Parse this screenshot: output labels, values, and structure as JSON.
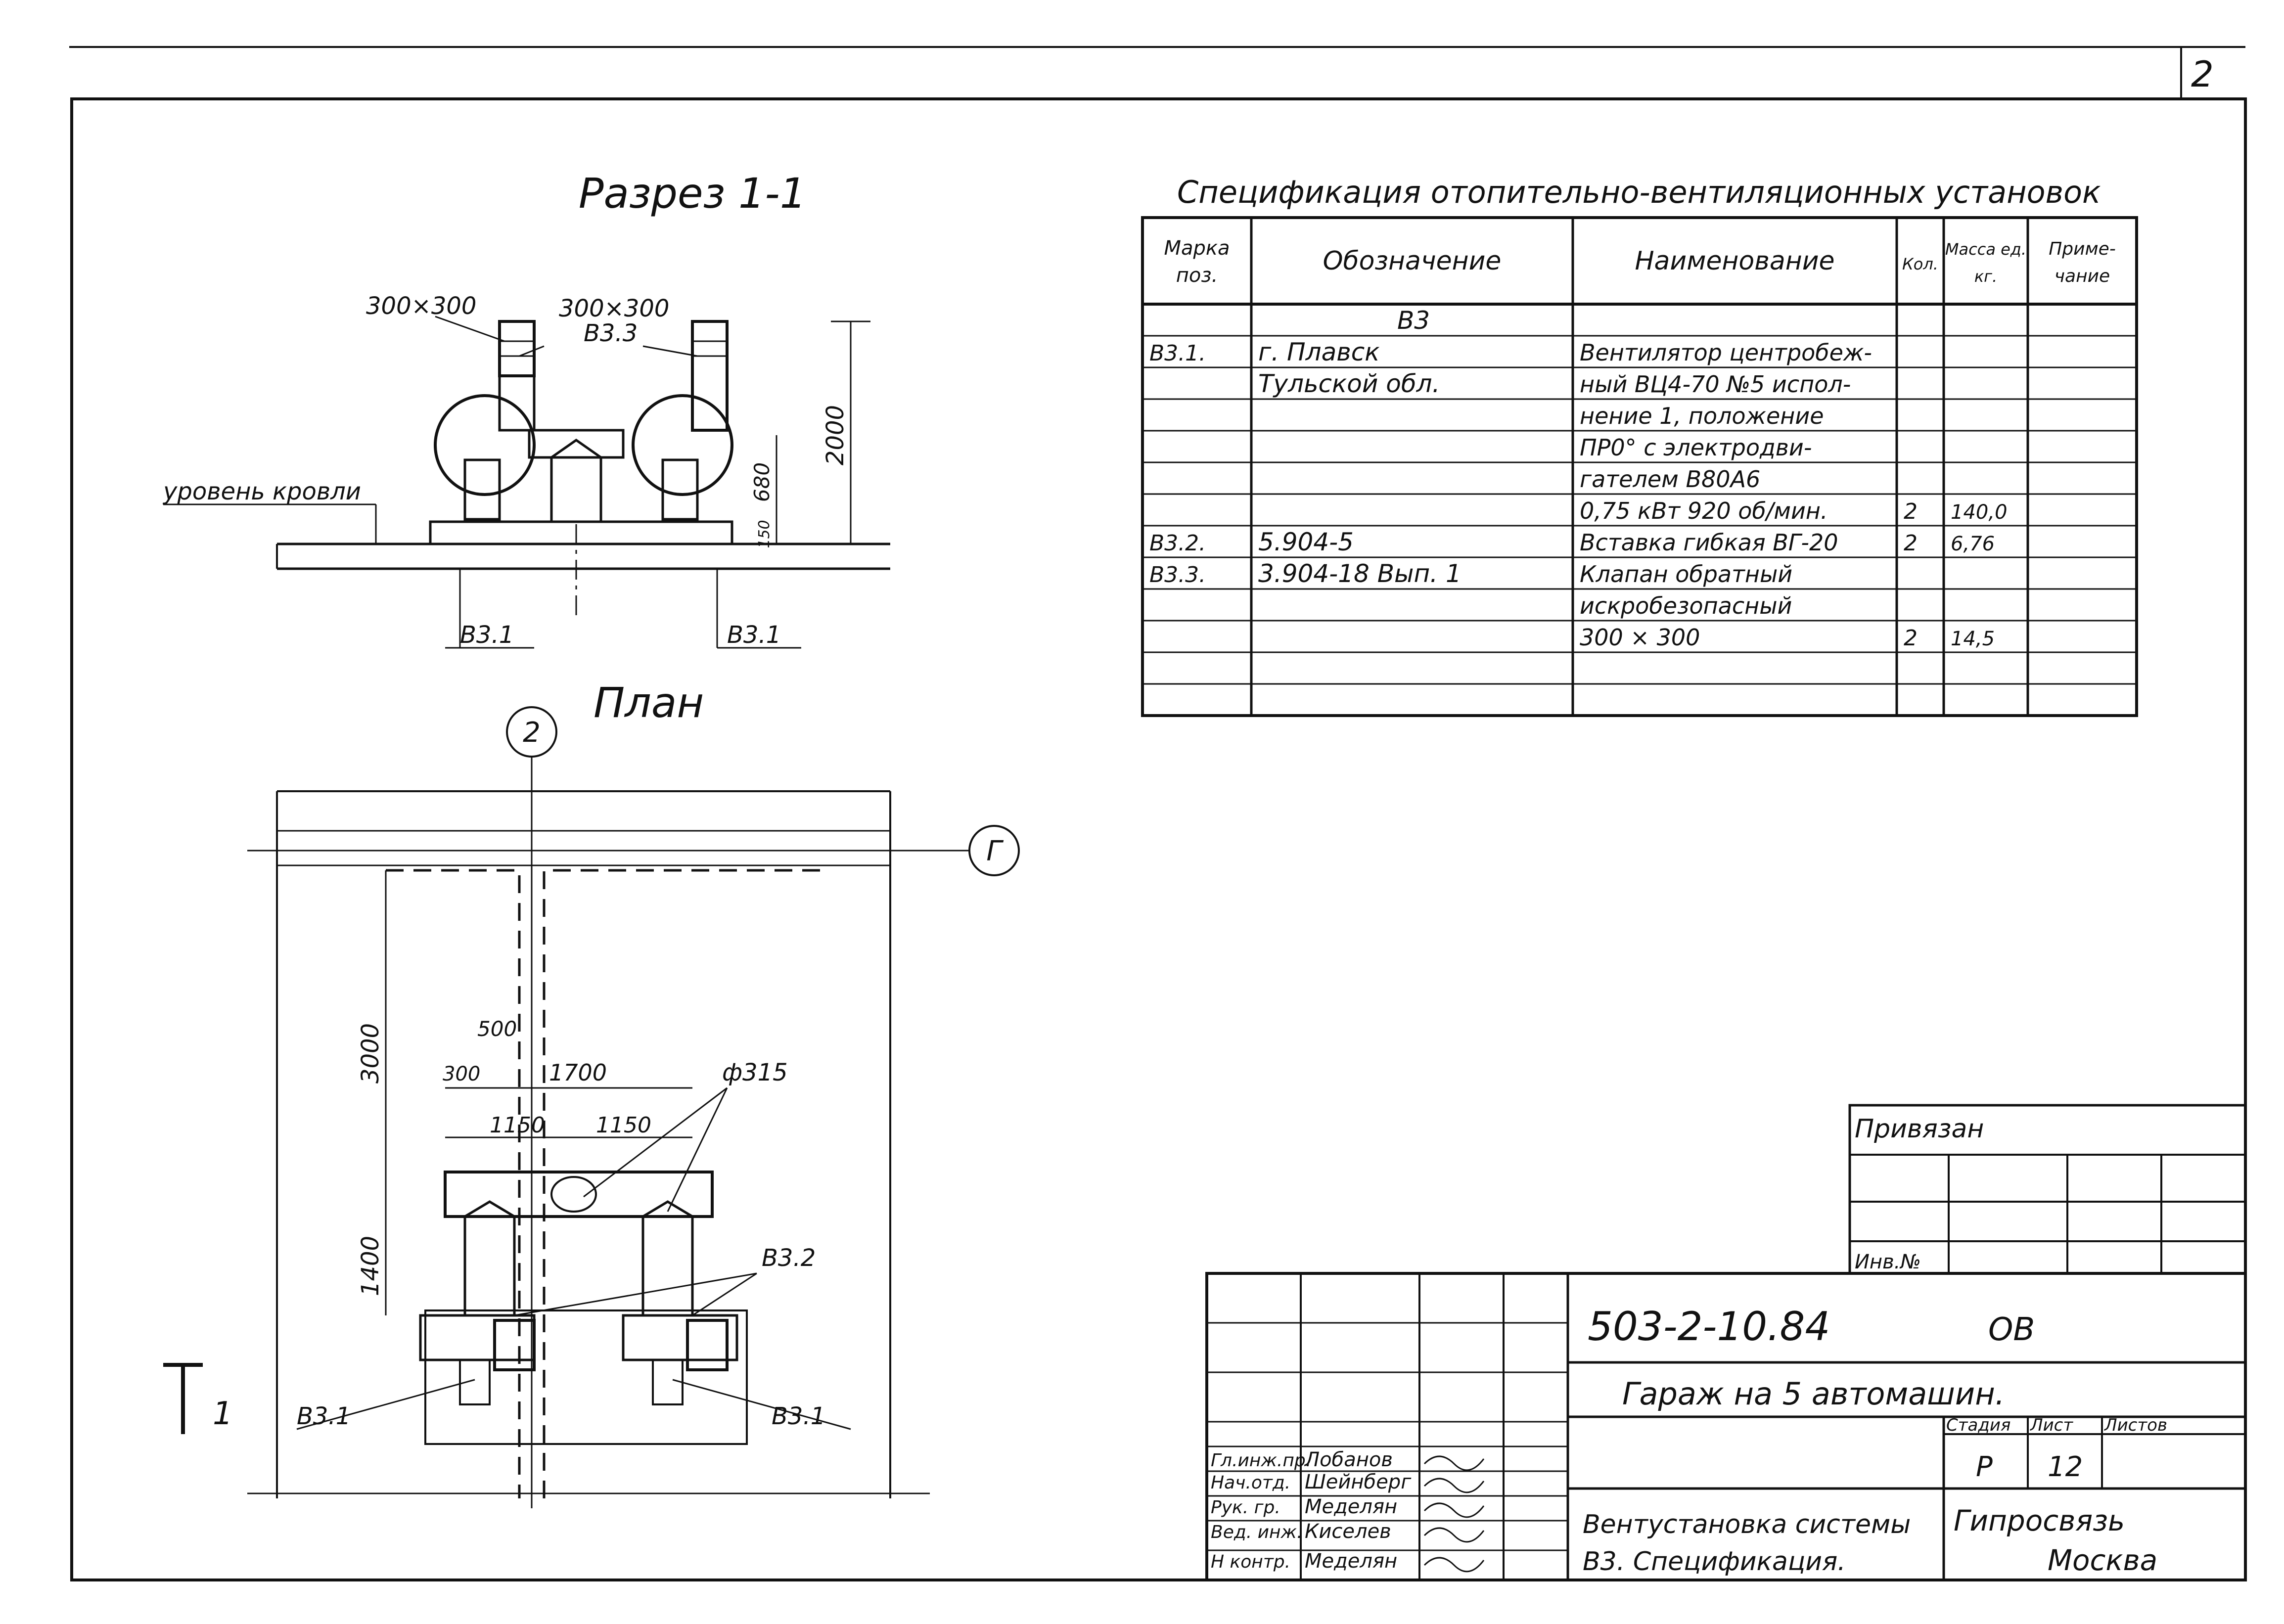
{
  "sheet": {
    "corner_number": "2",
    "frame_color": "#111111",
    "paper_color": "#ffffff"
  },
  "section": {
    "title": "Разрез 1-1",
    "dims": {
      "duct_left": "300×300",
      "duct_right": "300×300",
      "valve_label": "В3.3",
      "overall_height": "2000",
      "motor_height": "680",
      "base_height": "150",
      "roof_level": "уровень кровли"
    },
    "callouts": {
      "left": "В3.1",
      "right": "В3.1"
    }
  },
  "plan": {
    "title": "План",
    "axis_number": "2",
    "axis_letter": "Г",
    "section_mark": "1",
    "dims": {
      "d3000": "3000",
      "d500": "500",
      "d300": "300",
      "d1700": "1700",
      "d1150a": "1150",
      "d1150b": "1150",
      "d1400": "1400",
      "diameter": "ф315"
    },
    "callouts": {
      "insert": "В3.2",
      "left": "В3.1",
      "right": "В3.1"
    }
  },
  "spec": {
    "title": "Спецификация отопительно-вентиляционных установок",
    "headers": [
      "Марка поз.",
      "Обозначение",
      "Наименование",
      "Кол.",
      "Масса ед. кг.",
      "Приме- чание"
    ],
    "rows": [
      [
        "",
        "В3",
        "",
        "",
        "",
        ""
      ],
      [
        "В3.1.",
        "г. Плавск",
        "Вентилятор центробеж-",
        "",
        "",
        ""
      ],
      [
        "",
        "Тульской обл.",
        "ный ВЦ4-70 №5 испол-",
        "",
        "",
        ""
      ],
      [
        "",
        "",
        "нение 1, положение",
        "",
        "",
        ""
      ],
      [
        "",
        "",
        "ПР0° с электродви-",
        "",
        "",
        ""
      ],
      [
        "",
        "",
        "гателем В80А6",
        "",
        "",
        ""
      ],
      [
        "",
        "",
        "0,75 кВт  920 об/мин.",
        "2",
        "140,0",
        ""
      ],
      [
        "В3.2.",
        "5.904-5",
        "Вставка гибкая ВГ-20",
        "2",
        "6,76",
        ""
      ],
      [
        "В3.3.",
        "3.904-18 Вып. 1",
        "Клапан обратный",
        "",
        "",
        ""
      ],
      [
        "",
        "",
        "искробезопасный",
        "",
        "",
        ""
      ],
      [
        "",
        "",
        "300 × 300",
        "2",
        "14,5",
        ""
      ],
      [
        "",
        "",
        "",
        "",
        "",
        ""
      ],
      [
        "",
        "",
        "",
        "",
        "",
        ""
      ]
    ]
  },
  "binding": {
    "title": "Привязан",
    "inv": "Инв.№"
  },
  "title_block": {
    "code": "503-2-10.84",
    "mark": "ОВ",
    "project": "Гараж на 5 автомашин.",
    "stage_label": "Стадия",
    "sheet_label": "Лист",
    "sheets_label": "Листов",
    "stage": "Р",
    "sheet": "12",
    "sheets": "",
    "description_1": "Вентустановка системы",
    "description_2": "В3. Спецификация.",
    "org_1": "Гипросвязь",
    "org_2": "Москва",
    "staff": [
      {
        "role": "Гл.инж.пр.",
        "name": "Лобанов"
      },
      {
        "role": "Нач.отд.",
        "name": "Шейнберг"
      },
      {
        "role": "Рук. гр.",
        "name": "Меделян"
      },
      {
        "role": "Вед. инж.",
        "name": "Киселев"
      },
      {
        "role": "Н контр.",
        "name": "Меделян"
      }
    ]
  }
}
